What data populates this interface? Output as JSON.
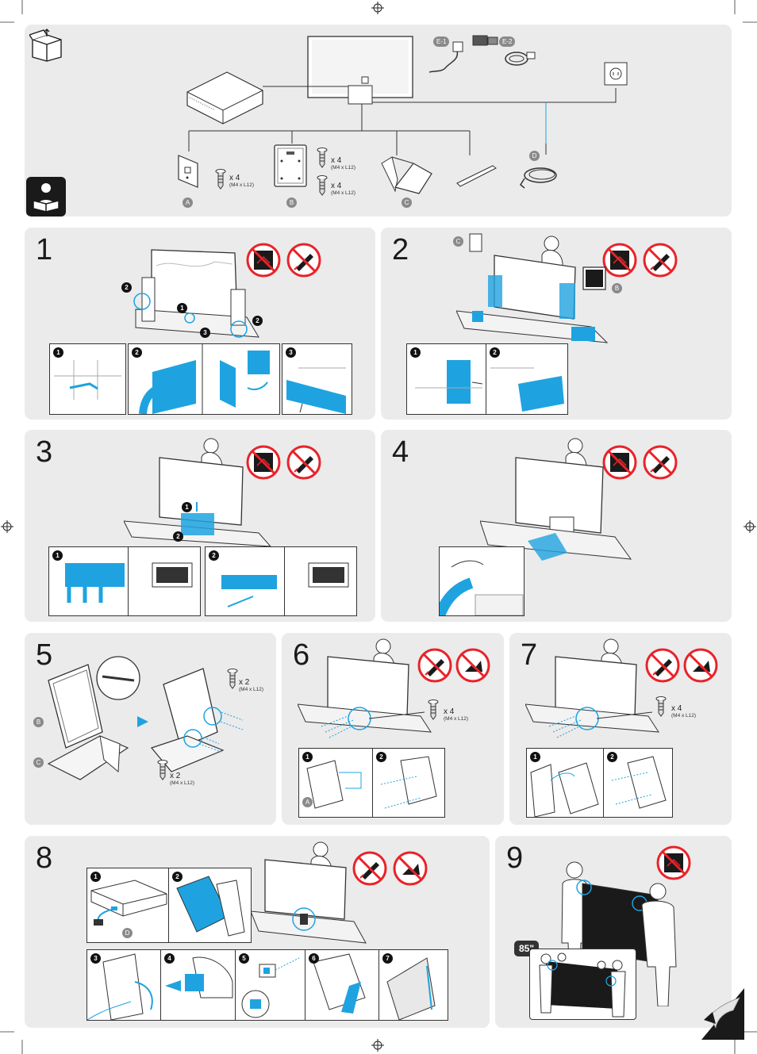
{
  "box_contents": {
    "labels": {
      "a": "A",
      "b": "B",
      "c": "C",
      "d": "D",
      "e1": "E-1",
      "e2": "E-2"
    },
    "screws": {
      "a": {
        "qty": "x 4",
        "spec": "(M4 x L12)"
      },
      "b1": {
        "qty": "x 4",
        "spec": "(M4 x L12)"
      },
      "b2": {
        "qty": "x 4",
        "spec": "(M4 x L12)"
      }
    }
  },
  "steps": {
    "s1": {
      "number": "1"
    },
    "s2": {
      "number": "2"
    },
    "s3": {
      "number": "3"
    },
    "s4": {
      "number": "4"
    },
    "s5": {
      "number": "5"
    },
    "s6": {
      "number": "6"
    },
    "s7": {
      "number": "7"
    },
    "s8": {
      "number": "8"
    },
    "s9": {
      "number": "9"
    }
  },
  "substeps": {
    "n1": "1",
    "n2": "2",
    "n3": "3",
    "n4": "4",
    "n5": "5",
    "n6": "6",
    "n7": "7"
  },
  "step2_parts": {
    "c": "C",
    "b": "B"
  },
  "step5": {
    "parts": {
      "b": "B",
      "c": "C"
    },
    "screw_top": {
      "qty": "x 2",
      "spec": "(M4 x L12)"
    },
    "screw_bottom": {
      "qty": "x 2",
      "spec": "(M4 x L12)"
    }
  },
  "step6": {
    "screw": {
      "qty": "x 4",
      "spec": "(M4 x L12)"
    },
    "part": "A"
  },
  "step7": {
    "screw": {
      "qty": "x 4",
      "spec": "(M4 x L12)"
    }
  },
  "step8": {
    "part": "D"
  },
  "step9": {
    "size_badge": "85\""
  },
  "colors": {
    "panel": "#ebebeb",
    "accent": "#1fa3e0",
    "warning": "#e8232a",
    "dark": "#1a1a1a"
  }
}
